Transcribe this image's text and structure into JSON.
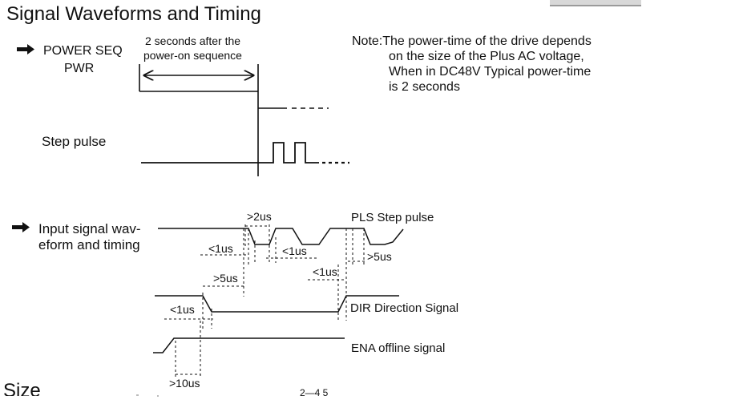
{
  "title": "Signal Waveforms and Timing",
  "power_section": {
    "label_line1": "POWER SEQ",
    "label_line2": "PWR",
    "annotation_line1": "2 seconds after the",
    "annotation_line2": "power-on sequence",
    "step_pulse_label": "Step pulse"
  },
  "note": {
    "lines": [
      "Note:The power-time of the drive depends",
      "on the size of the Plus AC voltage,",
      "When in DC48V Typical power-time",
      "is 2 seconds"
    ]
  },
  "input_section": {
    "label_line1": "Input signal wav-",
    "label_line2": "eform and timing"
  },
  "timings": {
    "t_gt2us": ">2us",
    "t_lt1us_a": "<1us",
    "t_lt1us_b": "<1us",
    "t_gt5us_a": ">5us",
    "t_lt1us_c": "<1us",
    "t_gt5us_b": ">5us",
    "t_lt1us_d": "<1us",
    "t_gt10us": ">10us"
  },
  "signals": {
    "pls": "PLS Step pulse",
    "dir": "DIR Direction Signal",
    "ena": "ENA offline signal"
  },
  "footer": {
    "section_heading_partial": "Size",
    "page_number": "2—4 5"
  }
}
